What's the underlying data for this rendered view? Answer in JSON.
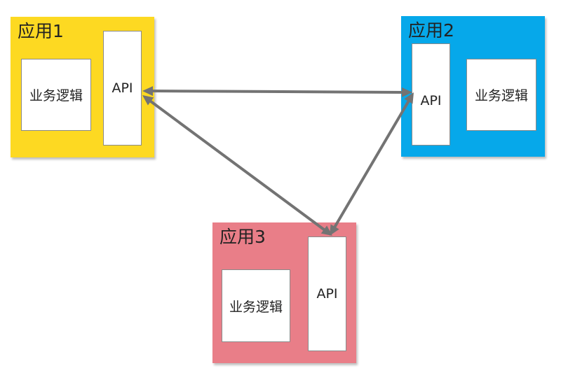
{
  "apps": [
    {
      "title": "应用1",
      "color": "#FDD922",
      "logic_label": "业务逻辑",
      "api_label": "API"
    },
    {
      "title": "应用2",
      "color": "#06A8EA",
      "logic_label": "业务逻辑",
      "api_label": "API"
    },
    {
      "title": "应用3",
      "color": "#E97E88",
      "logic_label": "业务逻辑",
      "api_label": "API"
    }
  ],
  "connections": [
    {
      "from": "应用1 API",
      "to": "应用2 API",
      "bidirectional": true
    },
    {
      "from": "应用1 API",
      "to": "应用3 API",
      "bidirectional": true
    },
    {
      "from": "应用2 API",
      "to": "应用3 API",
      "bidirectional": true
    }
  ],
  "arrow_color": "#737373"
}
